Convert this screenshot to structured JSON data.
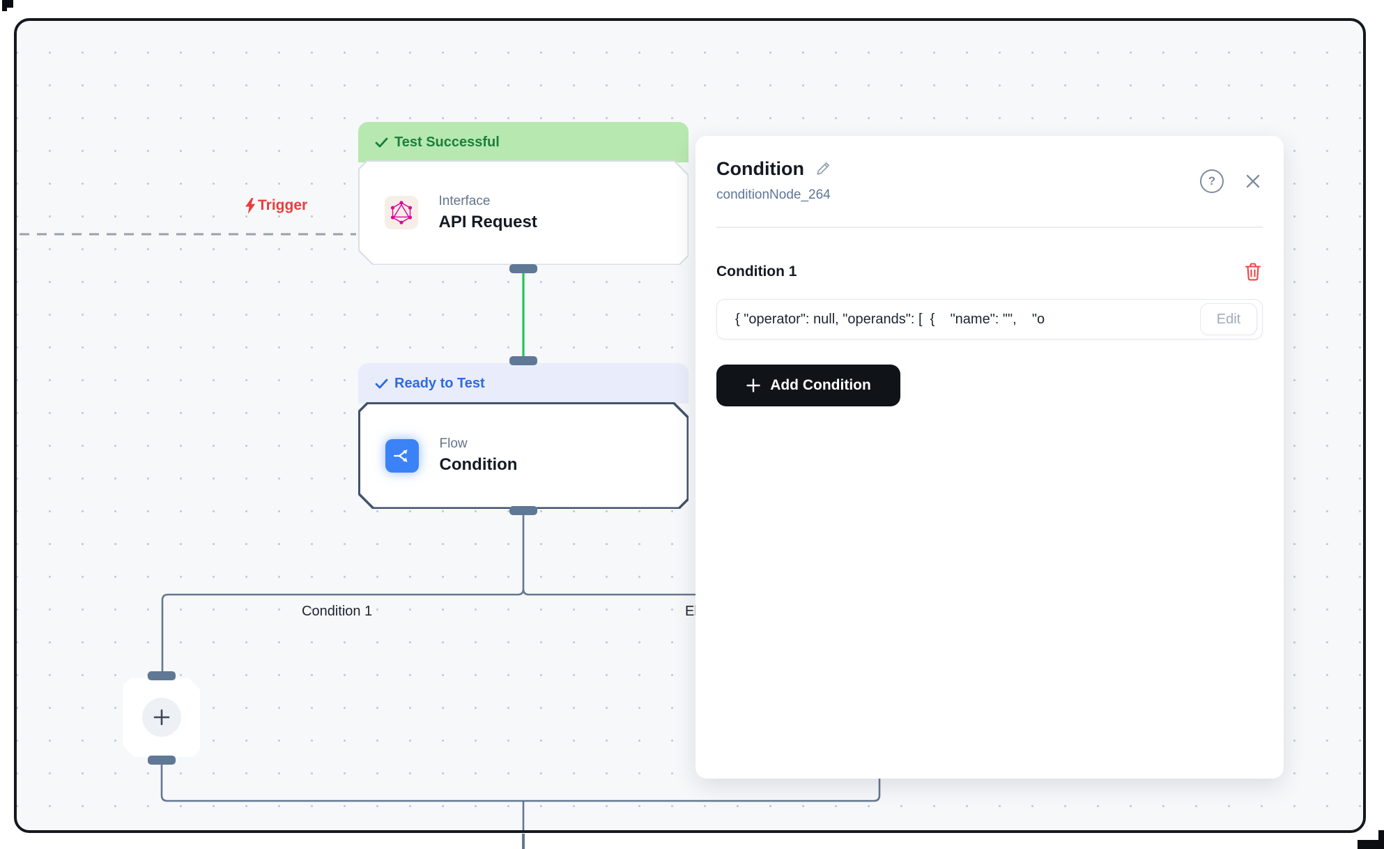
{
  "canvas": {
    "trigger_label": "Trigger",
    "branch_labels": {
      "left": "Condition 1",
      "right": "Else"
    },
    "nodes": {
      "api_request": {
        "status": "Test Successful",
        "category": "Interface",
        "title": "API Request"
      },
      "condition": {
        "status": "Ready to Test",
        "category": "Flow",
        "title": "Condition"
      }
    }
  },
  "panel": {
    "title": "Condition",
    "node_id": "conditionNode_264",
    "help_glyph": "?",
    "section": {
      "heading": "Condition 1",
      "expression": "{ \"operator\": null, \"operands\": [  {    \"name\": \"\",    \"o",
      "edit_label": "Edit"
    },
    "add_button_label": "Add Condition"
  },
  "colors": {
    "success_banner_bg": "#b7e8af",
    "success_banner_text": "#1b7f3b",
    "ready_banner_bg": "#e9edfb",
    "ready_banner_text": "#2d6ae3",
    "edge": "#64788f",
    "edge_success": "#22c55e",
    "trigger_red": "#e93d3d",
    "trash_red": "#ef4444",
    "flow_icon_blue": "#3b82f6",
    "graphql_pink": "#e10098",
    "add_button_bg": "#101419"
  }
}
